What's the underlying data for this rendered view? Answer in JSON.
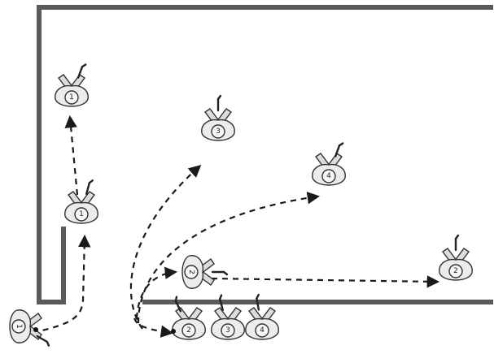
{
  "players": [
    {
      "id": "player-start",
      "label": "1"
    },
    {
      "id": "player-left-mid",
      "label": "1"
    },
    {
      "id": "player-left-top",
      "label": "1"
    },
    {
      "id": "player-center-3",
      "label": "3"
    },
    {
      "id": "player-right-4",
      "label": "4"
    },
    {
      "id": "player-center-2",
      "label": "2"
    },
    {
      "id": "player-far-right-2",
      "label": "2"
    },
    {
      "id": "player-queue-2",
      "label": "2"
    },
    {
      "id": "player-queue-3",
      "label": "3"
    },
    {
      "id": "player-queue-4",
      "label": "4"
    }
  ]
}
